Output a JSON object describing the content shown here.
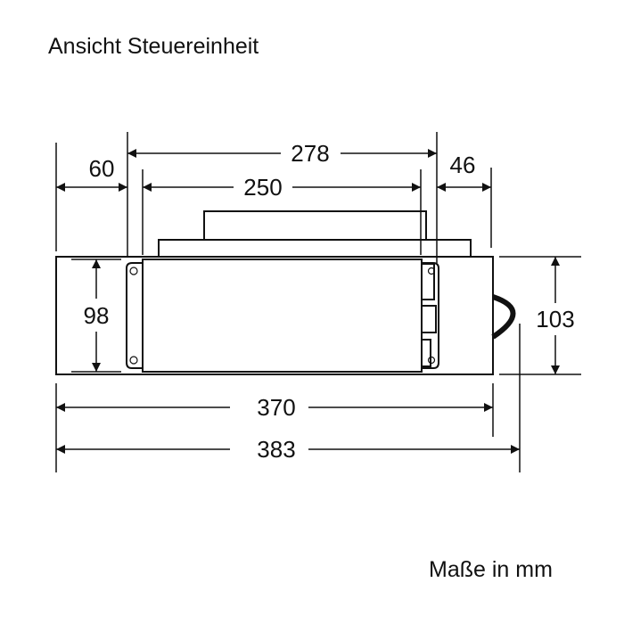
{
  "title": "Ansicht Steuereinheit",
  "units_note": "Maße in mm",
  "dimensions": {
    "top_overall": "278",
    "top_inner": "250",
    "left_offset": "60",
    "right_offset": "46",
    "height_inner": "98",
    "height_overall": "103",
    "width_inner": "370",
    "width_overall": "383"
  },
  "colors": {
    "line": "#111111",
    "background": "#ffffff"
  }
}
